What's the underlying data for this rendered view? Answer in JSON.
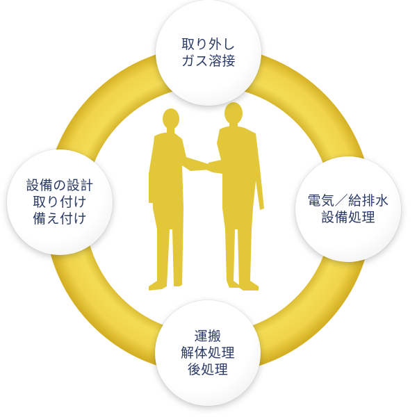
{
  "colors": {
    "ring_outer": "#f2d84a",
    "ring_inner": "#d9b92a",
    "figure": "#e3c83a",
    "node_text": "#2b3a66",
    "background": "#ffffff"
  },
  "center_image": "two-businessmen-handshake-silhouette",
  "nodes": {
    "top": {
      "lines": [
        "取り外し",
        "ガス溶接"
      ]
    },
    "right": {
      "lines": [
        "電気／給排水",
        "設備処理"
      ]
    },
    "bottom": {
      "lines": [
        "運搬",
        "解体処理",
        "後処理"
      ]
    },
    "left": {
      "lines": [
        "設備の設計",
        "取り付け",
        "備え付け"
      ]
    }
  }
}
